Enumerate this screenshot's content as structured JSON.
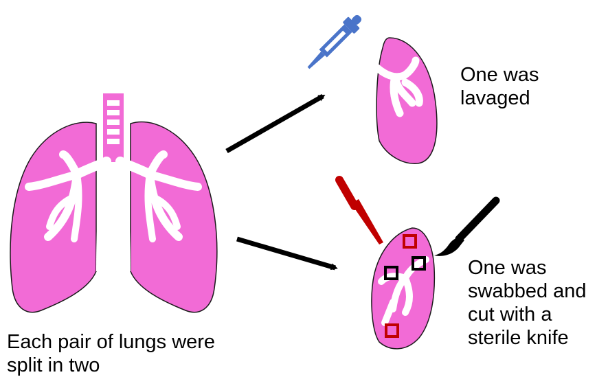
{
  "colors": {
    "lung_fill": "#f26bd6",
    "lung_stroke": "#1a1a1a",
    "airway": "#ffffff",
    "arrow": "#000000",
    "dropper": "#4a74c9",
    "knife": "#c00000",
    "sample_red": "#c00000",
    "sample_black": "#000000",
    "brush": "#000000"
  },
  "icons": {
    "dropper": "pipette-icon",
    "knife": "knife-icon",
    "brush": "swab-brush-icon"
  },
  "labels": {
    "lavaged": [
      "One was",
      "lavaged"
    ],
    "swabbed": [
      "One was",
      "swabbed and",
      "cut with a",
      "sterile knife"
    ],
    "split": [
      "Each pair of lungs were",
      "split in two"
    ]
  }
}
